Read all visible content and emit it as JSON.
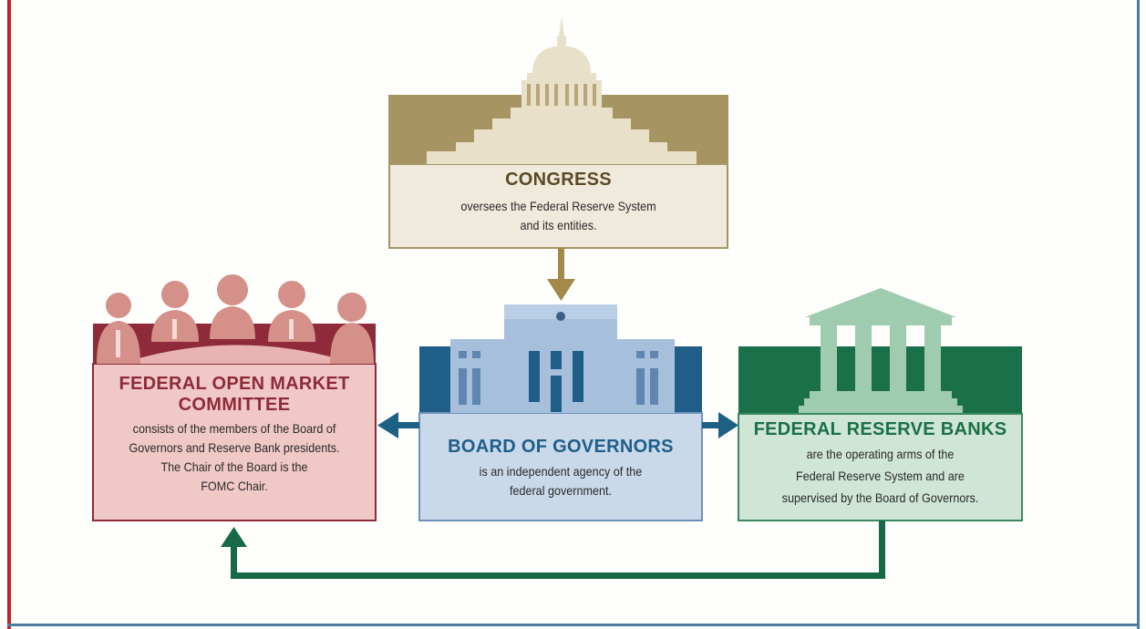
{
  "colors": {
    "congress_banner": "#a79463",
    "congress_box_bg": "#efeadb",
    "congress_border": "#a59565",
    "congress_title": "#5c4a26",
    "fomc_banner": "#8e2a3a",
    "fomc_box_bg": "#f0c9c6",
    "fomc_border": "#8e2a3a",
    "fomc_title": "#8e2a3a",
    "board_banner": "#1f5e89",
    "board_box_bg": "#c9d9ea",
    "board_border": "#6e93bb",
    "board_title": "#1f5e89",
    "banks_banner": "#1a7048",
    "banks_box_bg": "#cfe5d6",
    "banks_border": "#3c8861",
    "banks_title": "#1a7048",
    "arrow_gold": "#a38a4a",
    "arrow_blue": "#1e5f84",
    "arrow_green": "#176a45",
    "frame_red": "#c62026",
    "frame_blue": "#4a7ca3"
  },
  "congress": {
    "title": "CONGRESS",
    "line1": "oversees the Federal Reserve System",
    "line2": "and its entities."
  },
  "fomc": {
    "title_line1": "FEDERAL OPEN MARKET",
    "title_line2": "COMMITTEE",
    "line1": "consists of the members of the Board of",
    "line2": "Governors and Reserve Bank presidents.",
    "line3": "The Chair of the Board is the",
    "line4": "FOMC Chair."
  },
  "board": {
    "title": "BOARD OF GOVERNORS",
    "line1": "is an independent agency of the",
    "line2": "federal government."
  },
  "banks": {
    "title": "FEDERAL RESERVE BANKS",
    "line1": "are the operating arms of the",
    "line2": "Federal Reserve System and are",
    "line3": "supervised by the Board of Governors."
  },
  "icons": {
    "congress": "capitol-building-icon",
    "fomc": "committee-people-icon",
    "board": "eccles-building-icon",
    "banks": "bank-columns-icon"
  }
}
